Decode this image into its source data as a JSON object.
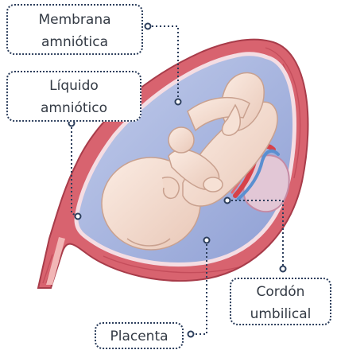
{
  "labels": {
    "membrana": {
      "line1": "Membrana",
      "line2": "amniótica"
    },
    "liquido": {
      "line1": "Líquido",
      "line2": "amniótico"
    },
    "cordon": {
      "line1": "Cordón",
      "line2": "umbilical"
    },
    "placenta": {
      "line1": "Placenta"
    }
  },
  "colors": {
    "leader": "#2c3e5c",
    "uterine_wall": "#d65d6c",
    "amniotic_fluid": "#aab8de",
    "skin": "#f4ddd0",
    "cord_red": "#d7424a",
    "cord_blue": "#5a8fd0"
  }
}
